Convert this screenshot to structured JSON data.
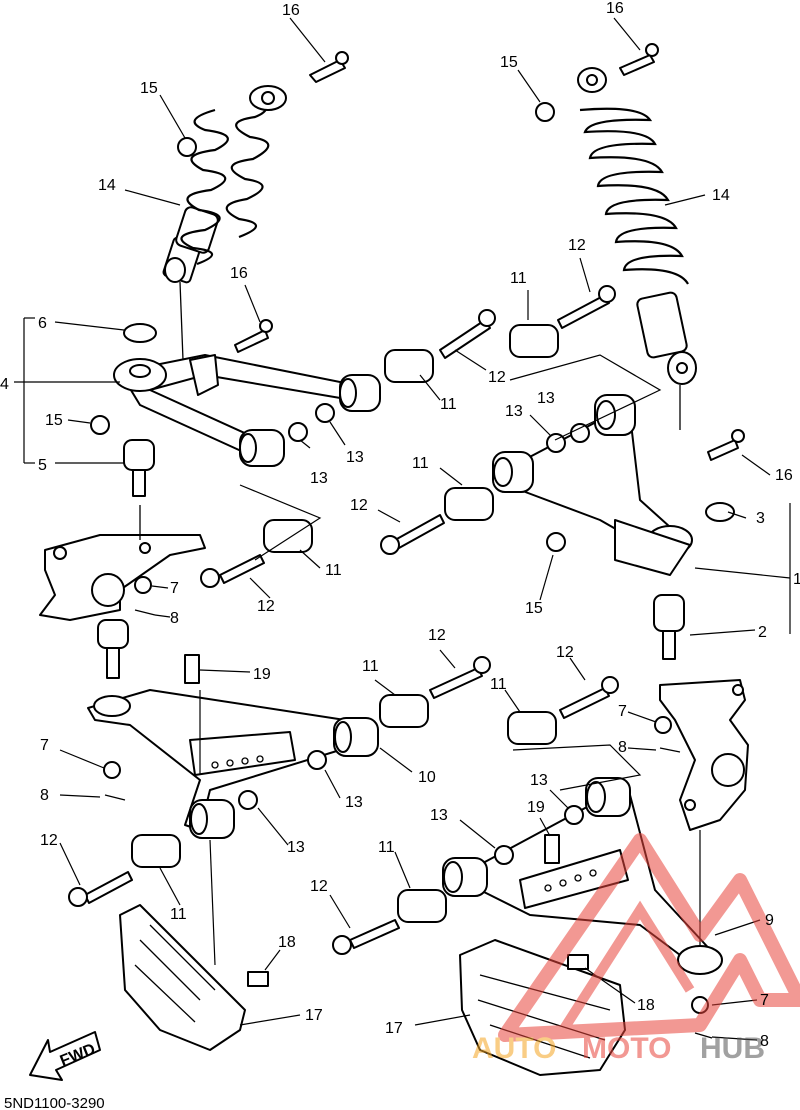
{
  "callouts": {
    "c1": "1",
    "c2": "2",
    "c3": "3",
    "c4": "4",
    "c5": "5",
    "c6": "6",
    "c7": "7",
    "c8": "8",
    "c9": "9",
    "c10": "10",
    "c11": "11",
    "c12": "12",
    "c13": "13",
    "c14": "14",
    "c15": "15",
    "c16": "16",
    "c17": "17",
    "c18": "18",
    "c19": "19"
  },
  "fwd_label": "FWD",
  "diagram_code": "5ND1100-3290",
  "watermark": {
    "part1": "AUTO",
    "part2": "MOTO",
    "part3": "HUB"
  },
  "colors": {
    "line": "#000000",
    "watermark_orange": "#F5A623",
    "watermark_red": "#E8453C",
    "watermark_gray": "#555555"
  }
}
